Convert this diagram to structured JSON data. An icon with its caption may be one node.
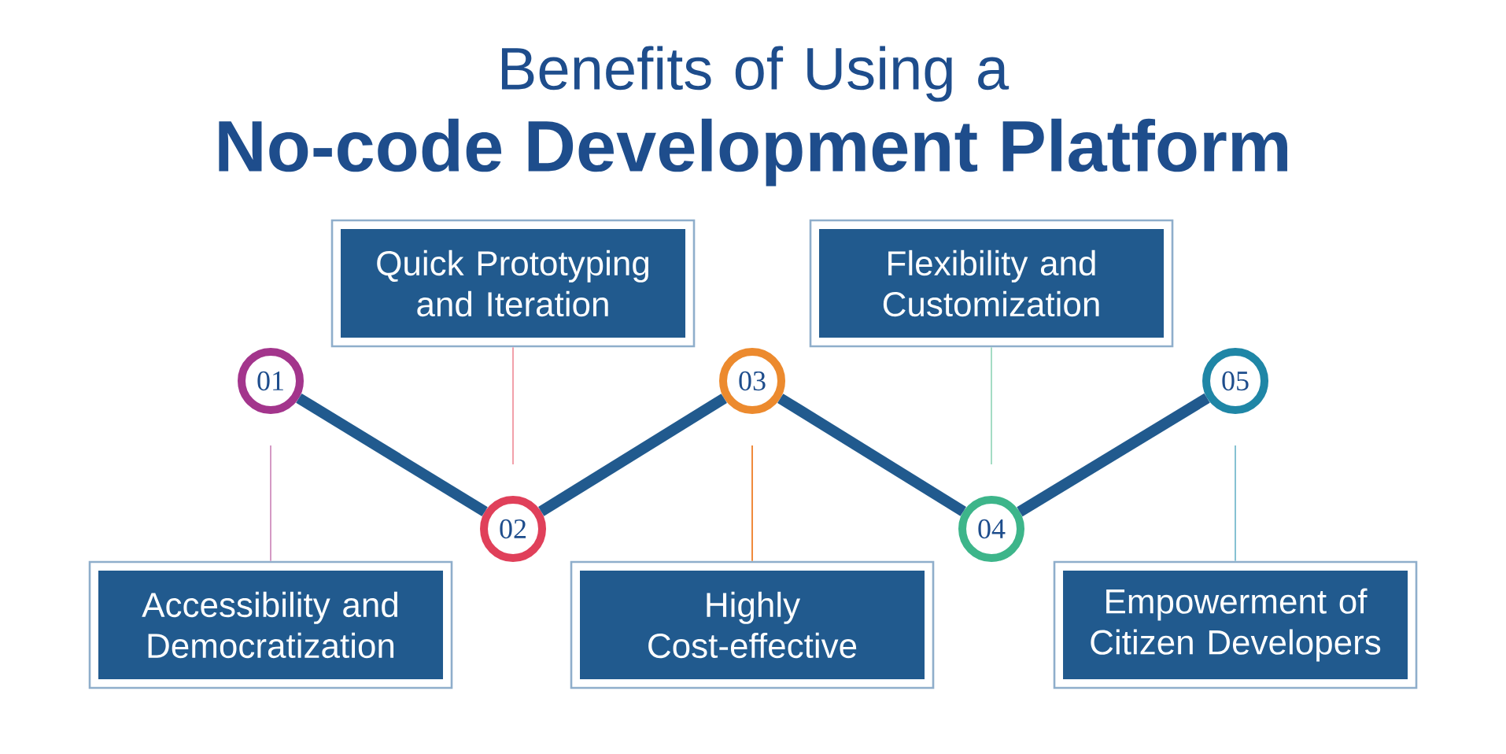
{
  "diagram": {
    "title": "Benefits of Using a **No-code Development Platform**",
    "nodes": [
      {
        "text": [
          "01"
        ]
      },
      {
        "text": [
          "Accessibility and Democratization"
        ]
      },
      {
        "text": [
          "02"
        ]
      },
      {
        "text": [
          "Quick Prototyping and Iteration"
        ]
      },
      {
        "text": [
          "03"
        ]
      },
      {
        "text": [
          "Highly Cost-effective"
        ]
      },
      {
        "text": [
          "04"
        ]
      },
      {
        "text": [
          "Flexibility and Customization"
        ]
      },
      {
        "text": [
          "05"
        ]
      },
      {
        "text": [
          "Empowerment of Citizen Developers"
        ]
      }
    ],
    "edges": [
      {
        "from": 0,
        "to": 2,
        "arrow": "none",
        "style": "thick"
      },
      {
        "from": 2,
        "to": 4,
        "arrow": "none",
        "style": "thick"
      },
      {
        "from": 4,
        "to": 6,
        "arrow": "none",
        "style": "thick"
      },
      {
        "from": 6,
        "to": 8,
        "arrow": "none",
        "style": "thick"
      },
      {
        "from": 1,
        "to": 0,
        "arrow": "none",
        "color": "#d49ac4"
      },
      {
        "from": 3,
        "to": 2,
        "arrow": "none",
        "color": "#f2a0aa"
      },
      {
        "from": 5,
        "to": 4,
        "arrow": "none",
        "color": "#ef8a3c"
      },
      {
        "from": 7,
        "to": 6,
        "arrow": "none",
        "color": "#a4dcc4"
      },
      {
        "from": 9,
        "to": 8,
        "arrow": "none",
        "color": "#86c2d2"
      }
    ]
  }
}
